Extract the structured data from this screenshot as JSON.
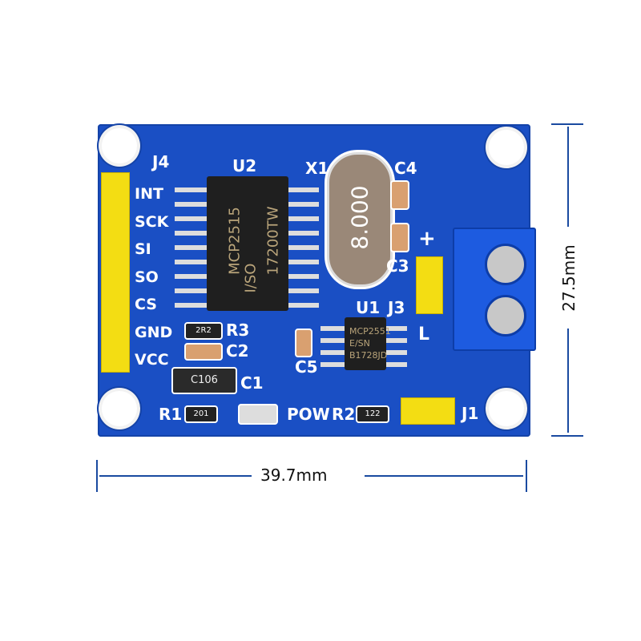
{
  "board": {
    "color": "#1a4fc4",
    "header_j4": {
      "label": "J4",
      "pins": [
        "INT",
        "SCK",
        "SI",
        "SO",
        "CS",
        "GND",
        "VCC"
      ]
    },
    "u2": {
      "label": "U2",
      "marking": [
        "MCP2515",
        "I/SO",
        "17200TW"
      ]
    },
    "x1": {
      "label": "X1",
      "marking": "8.000"
    },
    "u1": {
      "label": "U1",
      "marking": [
        "MCP2551",
        "E/SN",
        "B1728JD"
      ]
    },
    "components": {
      "c4": "C4",
      "c3": "C3",
      "c5": "C5",
      "c2": "C2",
      "c1": "C1",
      "r3": "R3",
      "r1": "R1",
      "r2": "R2",
      "j3": "J3",
      "j1": "J1",
      "pow": "POW",
      "plus": "+",
      "l": "L"
    },
    "component_codes": {
      "r3": "2R2",
      "c1": "C106",
      "r1": "201",
      "r2": "122"
    }
  },
  "dimensions": {
    "width": "39.7mm",
    "height": "27.5mm"
  }
}
